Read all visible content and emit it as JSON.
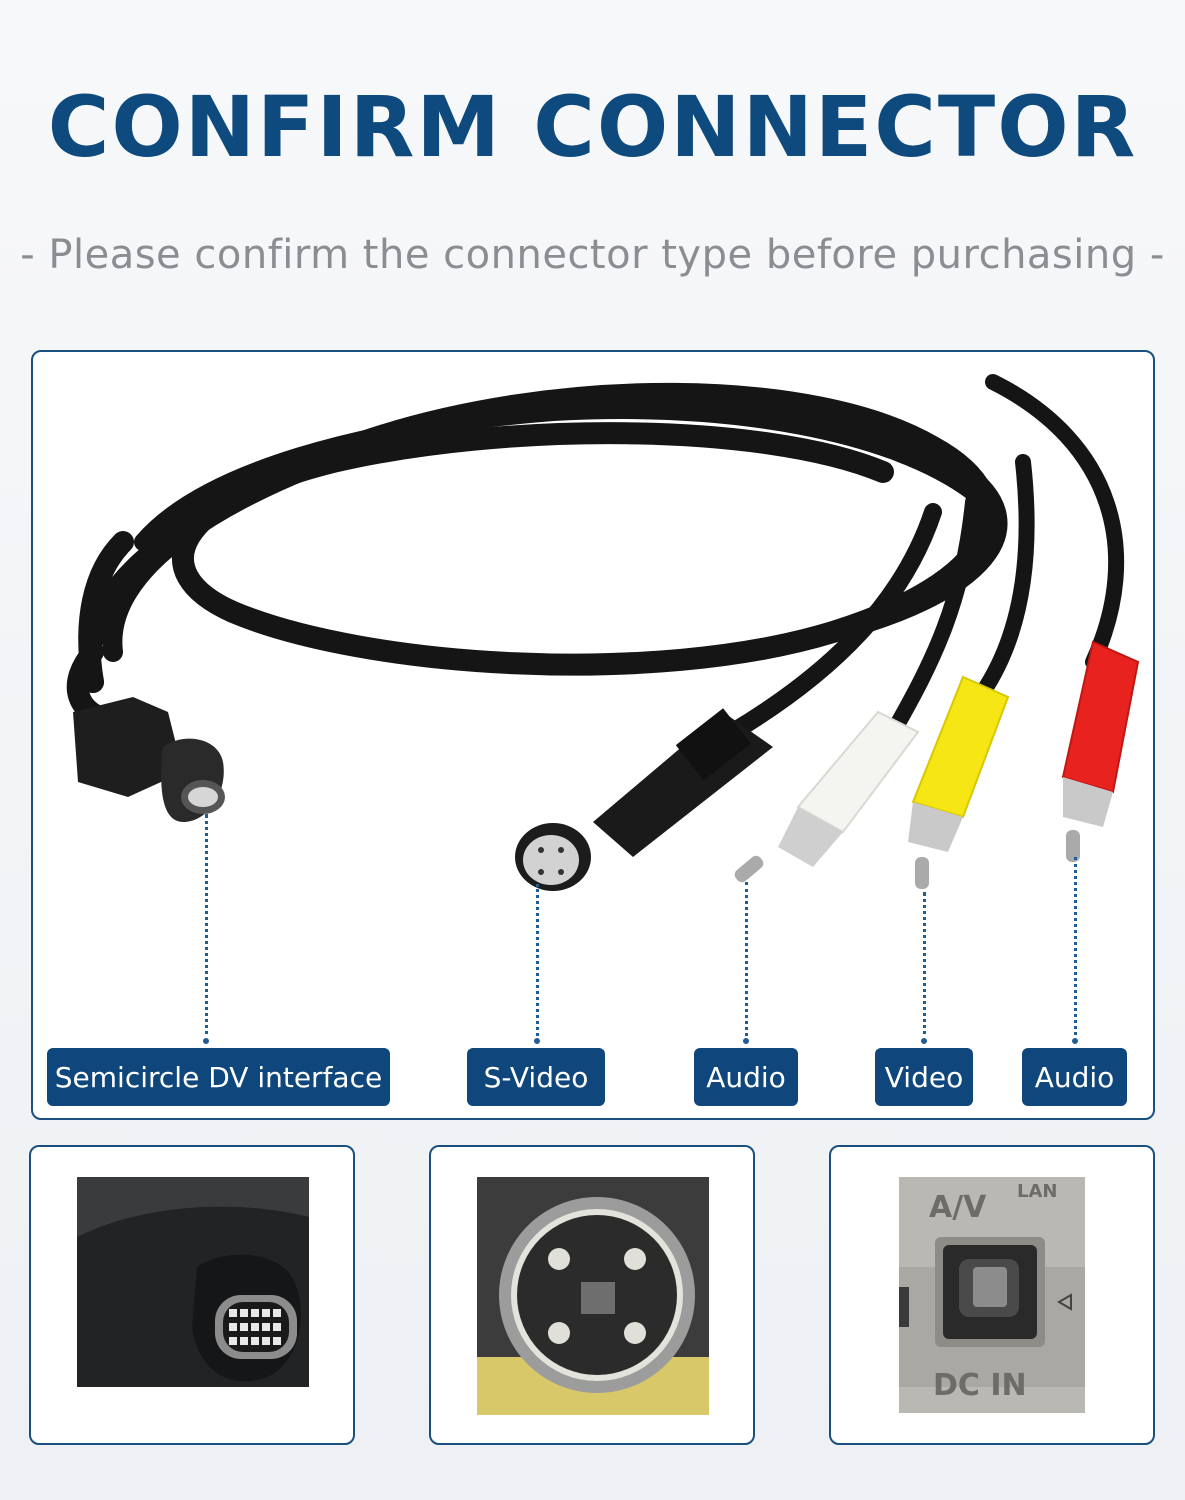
{
  "header": {
    "title": "CONFIRM CONNECTOR",
    "subtitle": "- Please confirm the connector type before purchasing -"
  },
  "connectors": [
    {
      "label": "Semicircle DV interface"
    },
    {
      "label": "S-Video"
    },
    {
      "label": "Audio",
      "plug_color": "#f4f4f0"
    },
    {
      "label": "Video",
      "plug_color": "#f6e614"
    },
    {
      "label": "Audio",
      "plug_color": "#e8231f"
    }
  ],
  "detail_images": [
    {
      "name": "dv-plug-closeup"
    },
    {
      "name": "s-video-plug-closeup"
    },
    {
      "name": "av-port-closeup",
      "port_labels": [
        "A/V",
        "DC IN",
        "LAN"
      ]
    }
  ],
  "colors": {
    "title": "#0e4a7e",
    "subtitle": "#8a8d92",
    "label_bg": "#0f477c",
    "panel_border": "#1a4f82",
    "cable": "#151515"
  }
}
